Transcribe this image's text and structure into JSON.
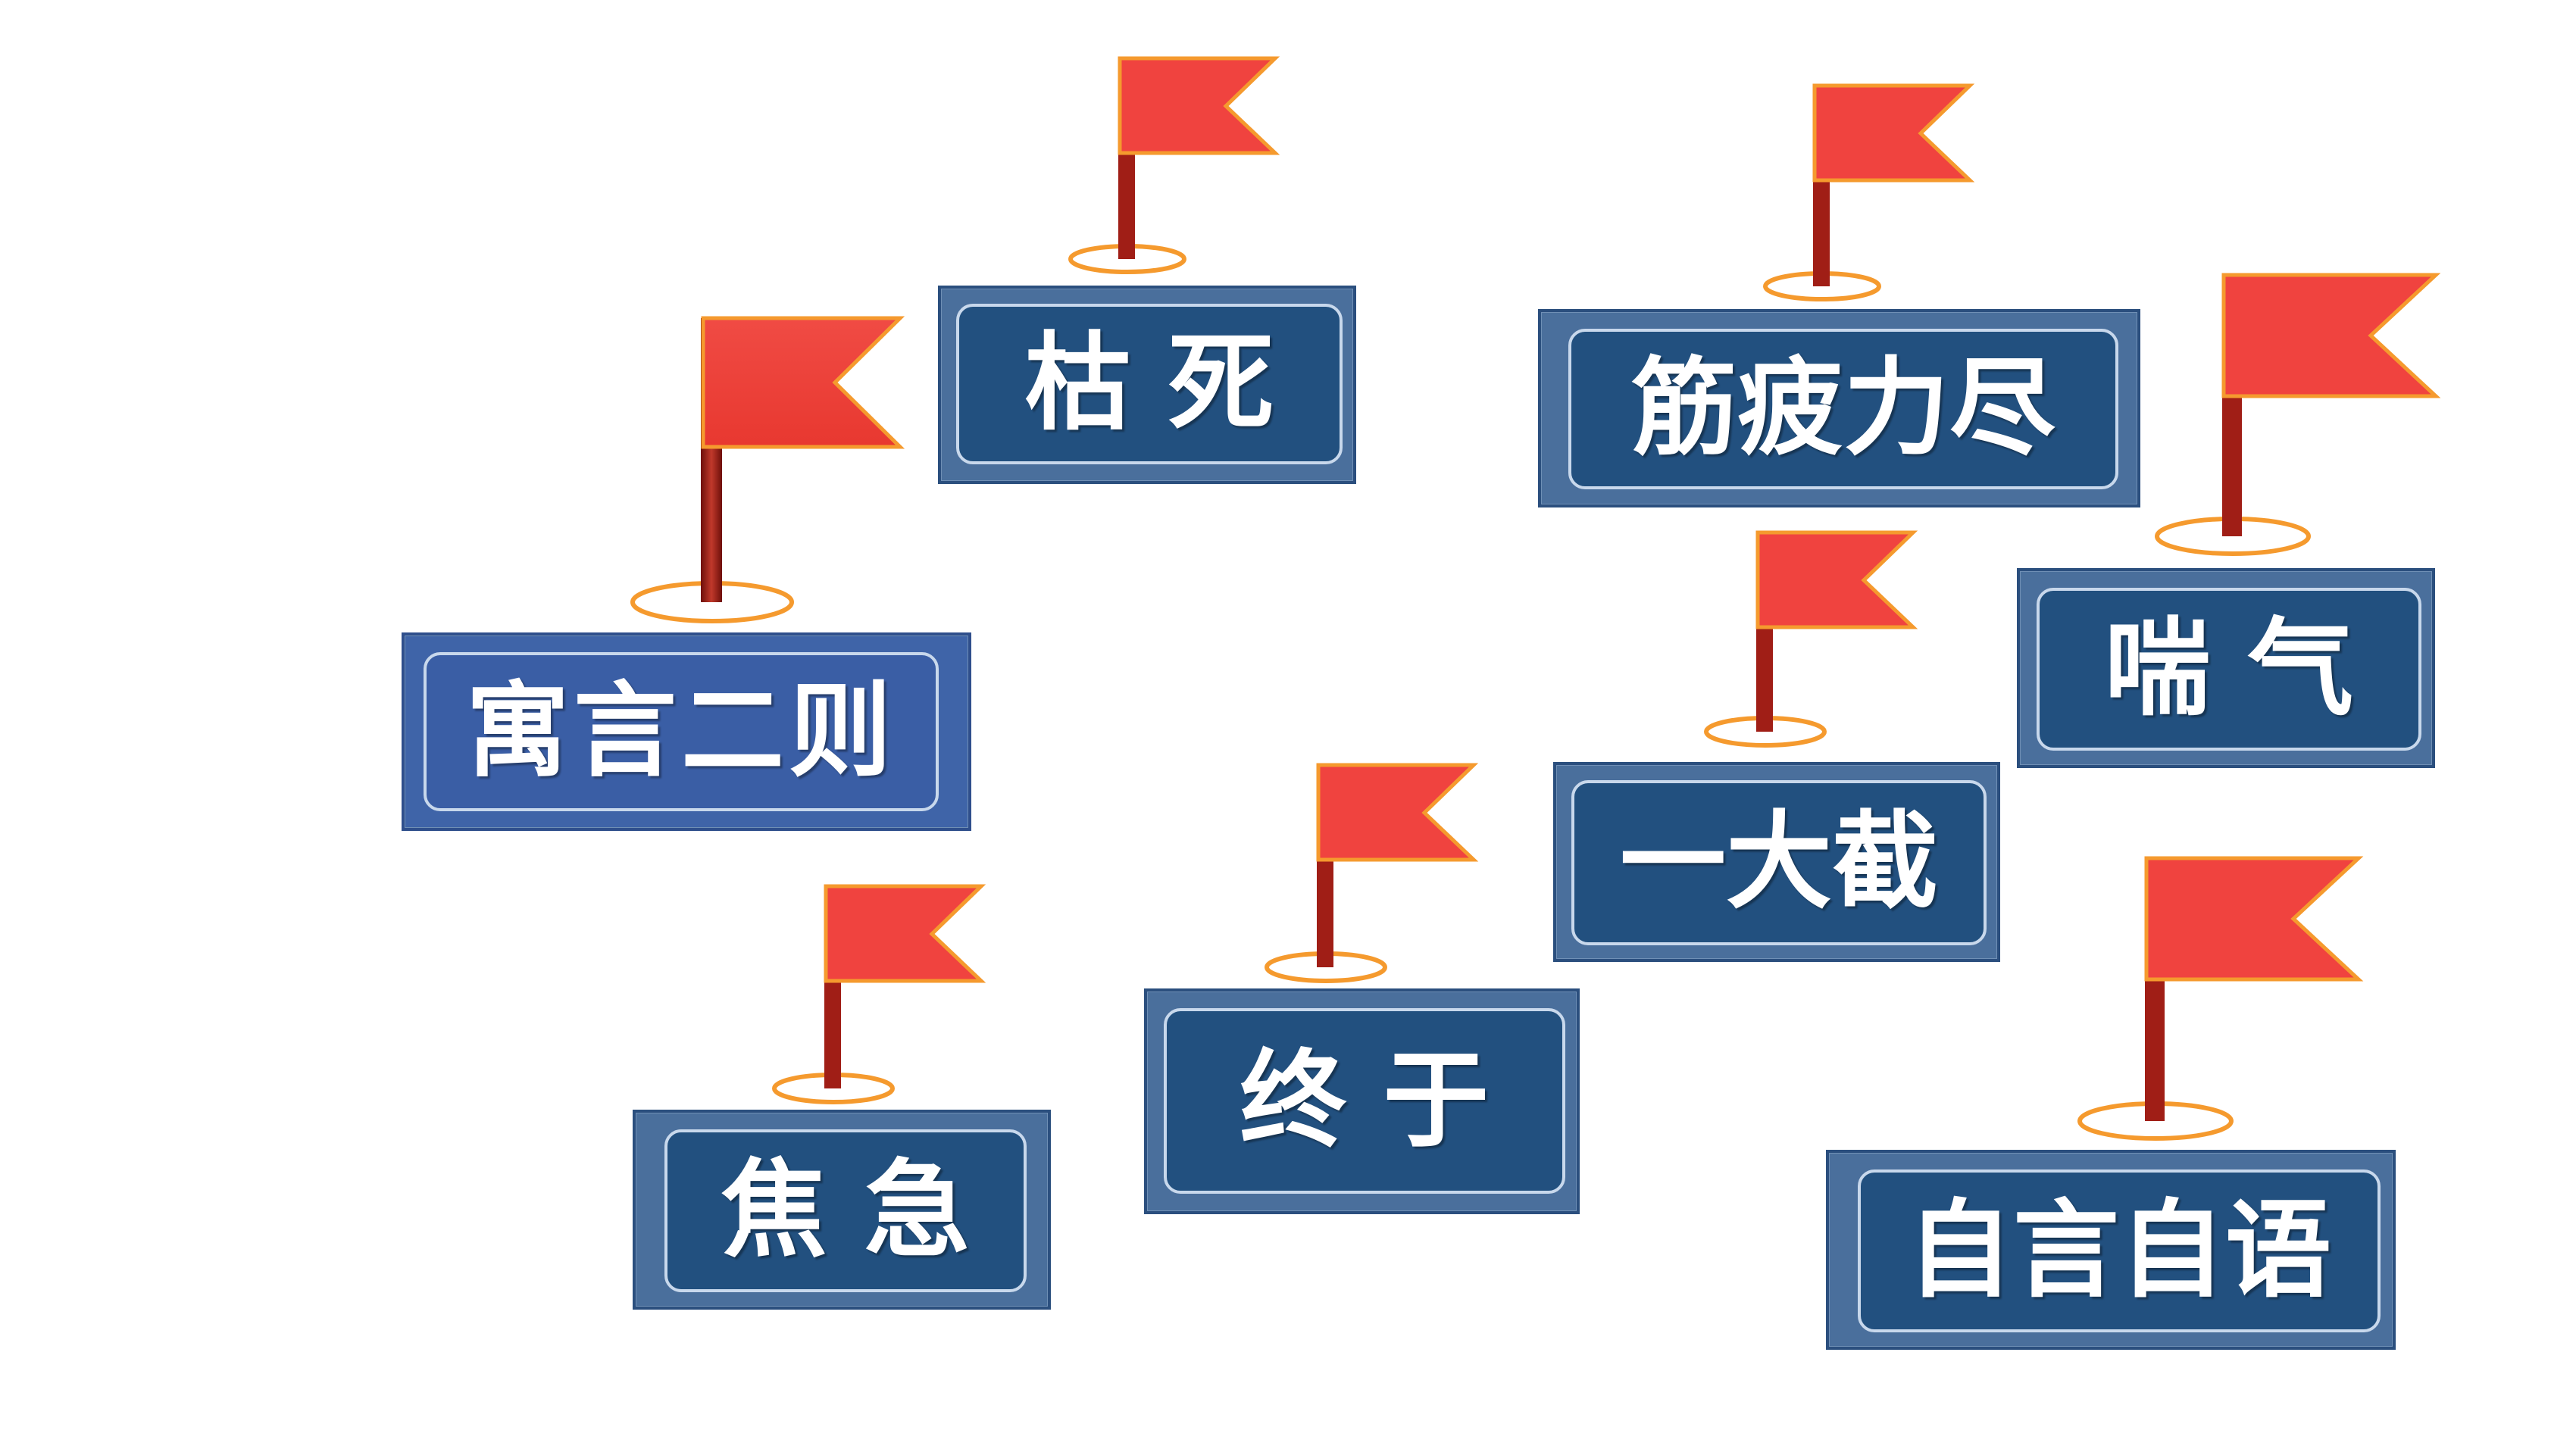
{
  "words": [
    {
      "id": "yuyan-erze",
      "text": "寓言二则"
    },
    {
      "id": "ku-si",
      "text": "枯 死"
    },
    {
      "id": "jin-pi-li-jin",
      "text": "筋疲力尽"
    },
    {
      "id": "chuan-qi",
      "text": "喘 气"
    },
    {
      "id": "yi-da-jie",
      "text": "一大截"
    },
    {
      "id": "jiao-ji",
      "text": "焦 急"
    },
    {
      "id": "zhong-yu",
      "text": "终 于"
    },
    {
      "id": "zi-yan-zi-yu",
      "text": "自言自语"
    }
  ],
  "colors": {
    "flag_red": "#f0433f",
    "flag_orange_outline": "#f59a2e",
    "pole_dark": "#8e1a14",
    "sign_navy": "#22507f",
    "sign_frame": "#4a6f9c",
    "highlight_blue": "#3a5ea5",
    "text": "#ffffff"
  },
  "icons": [
    "flag-icon"
  ]
}
